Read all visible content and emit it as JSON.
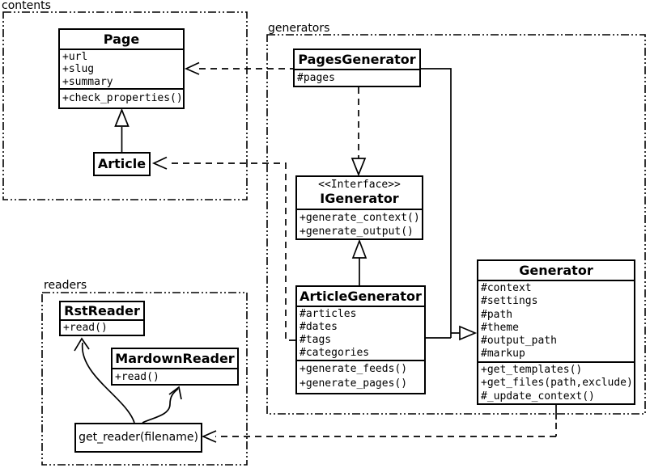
{
  "packages": {
    "contents": {
      "label": "contents"
    },
    "generators": {
      "label": "generators"
    },
    "readers": {
      "label": "readers"
    }
  },
  "classes": {
    "page": {
      "name": "Page",
      "attributes": [
        "+url",
        "+slug",
        "+summary"
      ],
      "methods": [
        "+check_properties()"
      ]
    },
    "article": {
      "name": "Article"
    },
    "pages_generator": {
      "name": "PagesGenerator",
      "attributes": [
        "#pages"
      ]
    },
    "igenerator": {
      "stereotype": "<<Interface>>",
      "name": "IGenerator",
      "methods": [
        "+generate_context()",
        "+generate_output()"
      ]
    },
    "article_generator": {
      "name": "ArticleGenerator",
      "attributes": [
        "#articles",
        "#dates",
        "#tags",
        "#categories"
      ],
      "methods": [
        "+generate_feeds()",
        "+generate_pages()"
      ]
    },
    "generator": {
      "name": "Generator",
      "attributes": [
        "#context",
        "#settings",
        "#path",
        "#theme",
        "#output_path",
        "#markup"
      ],
      "methods": [
        "+get_templates()",
        "+get_files(path,exclude)",
        "#_update_context()"
      ]
    },
    "rst_reader": {
      "name": "RstReader",
      "methods": [
        "+read()"
      ]
    },
    "mardown_reader": {
      "name": "MardownReader",
      "methods": [
        "+read()"
      ]
    },
    "get_reader": {
      "label": "get_reader(filename)"
    }
  },
  "colors": {
    "line": "#000000",
    "background": "#ffffff",
    "box_fill": "#ffffff"
  }
}
